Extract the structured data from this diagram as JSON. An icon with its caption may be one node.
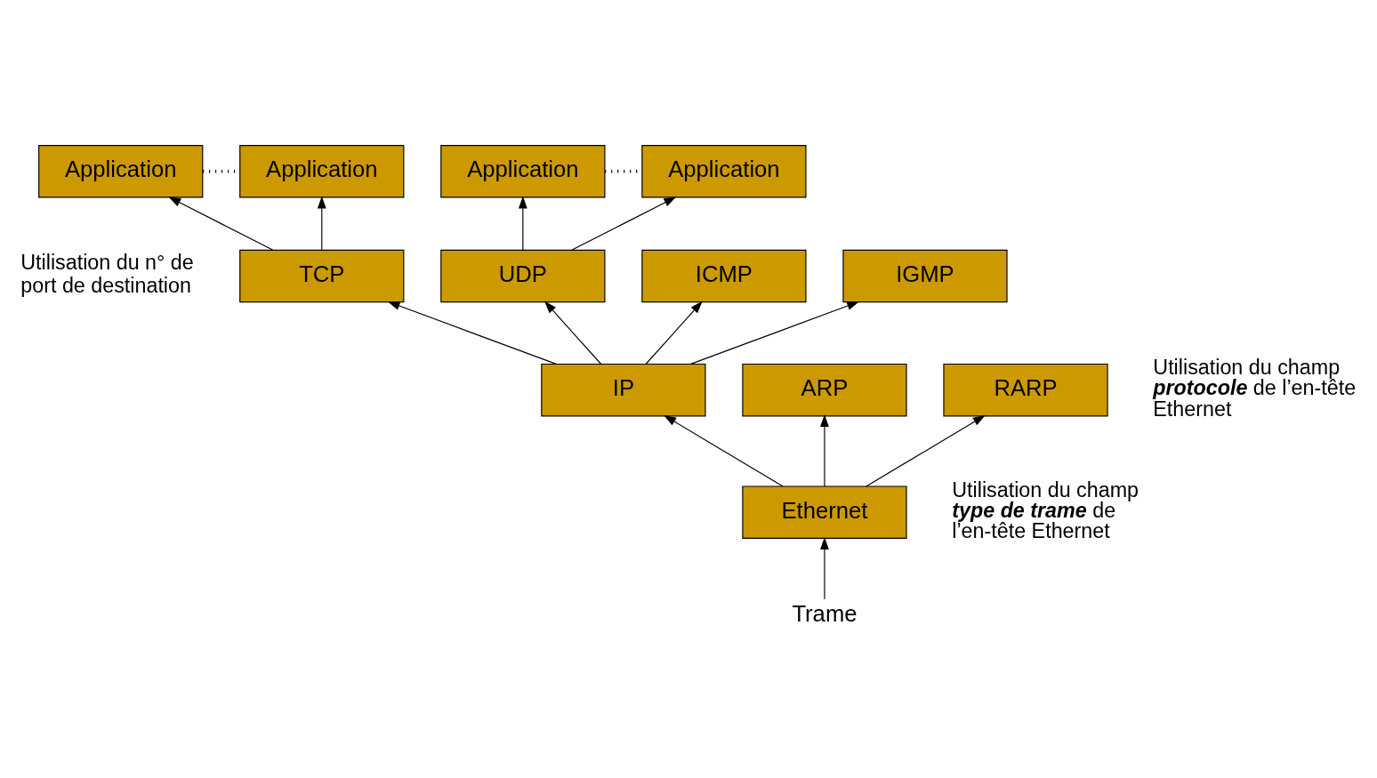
{
  "diagram": {
    "nodes": [
      {
        "text": [
          "Application"
        ]
      },
      {
        "text": [
          "Application"
        ]
      },
      {
        "text": [
          "Application"
        ]
      },
      {
        "text": [
          "Application"
        ]
      },
      {
        "text": [
          "TCP"
        ]
      },
      {
        "text": [
          "UDP"
        ]
      },
      {
        "text": [
          "ICMP"
        ]
      },
      {
        "text": [
          "IGMP"
        ]
      },
      {
        "text": [
          "IP"
        ]
      },
      {
        "text": [
          "ARP"
        ]
      },
      {
        "text": [
          "RARP"
        ]
      },
      {
        "text": [
          "Ethernet"
        ]
      },
      {
        "text": [
          "Trame"
        ]
      }
    ],
    "edges": [
      {
        "from": 0,
        "to": 1,
        "arrow": "none",
        "style": "dashed"
      },
      {
        "from": 2,
        "to": 3,
        "arrow": "none",
        "style": "dashed"
      },
      {
        "from": 4,
        "to": 0,
        "arrow": "to"
      },
      {
        "from": 4,
        "to": 1,
        "arrow": "to"
      },
      {
        "from": 5,
        "to": 2,
        "arrow": "to"
      },
      {
        "from": 5,
        "to": 3,
        "arrow": "to"
      },
      {
        "from": 8,
        "to": 6,
        "arrow": "to"
      },
      {
        "from": 8,
        "to": 7,
        "arrow": "to"
      },
      {
        "from": 8,
        "to": 4,
        "arrow": "to"
      },
      {
        "from": 8,
        "to": 5,
        "arrow": "to"
      },
      {
        "from": 11,
        "to": 9,
        "arrow": "to"
      },
      {
        "from": 11,
        "to": 8,
        "arrow": "to"
      },
      {
        "from": 11,
        "to": 10,
        "arrow": "to"
      },
      {
        "from": 12,
        "to": 11,
        "arrow": "to"
      }
    ],
    "labels": [
      "Utilisation du n° de port de destination",
      "Utilisation du champ **protocole** de l’en-tête Ethernet",
      "Utilisation du champ **type de trame** de l’en-tête Ethernet"
    ]
  }
}
